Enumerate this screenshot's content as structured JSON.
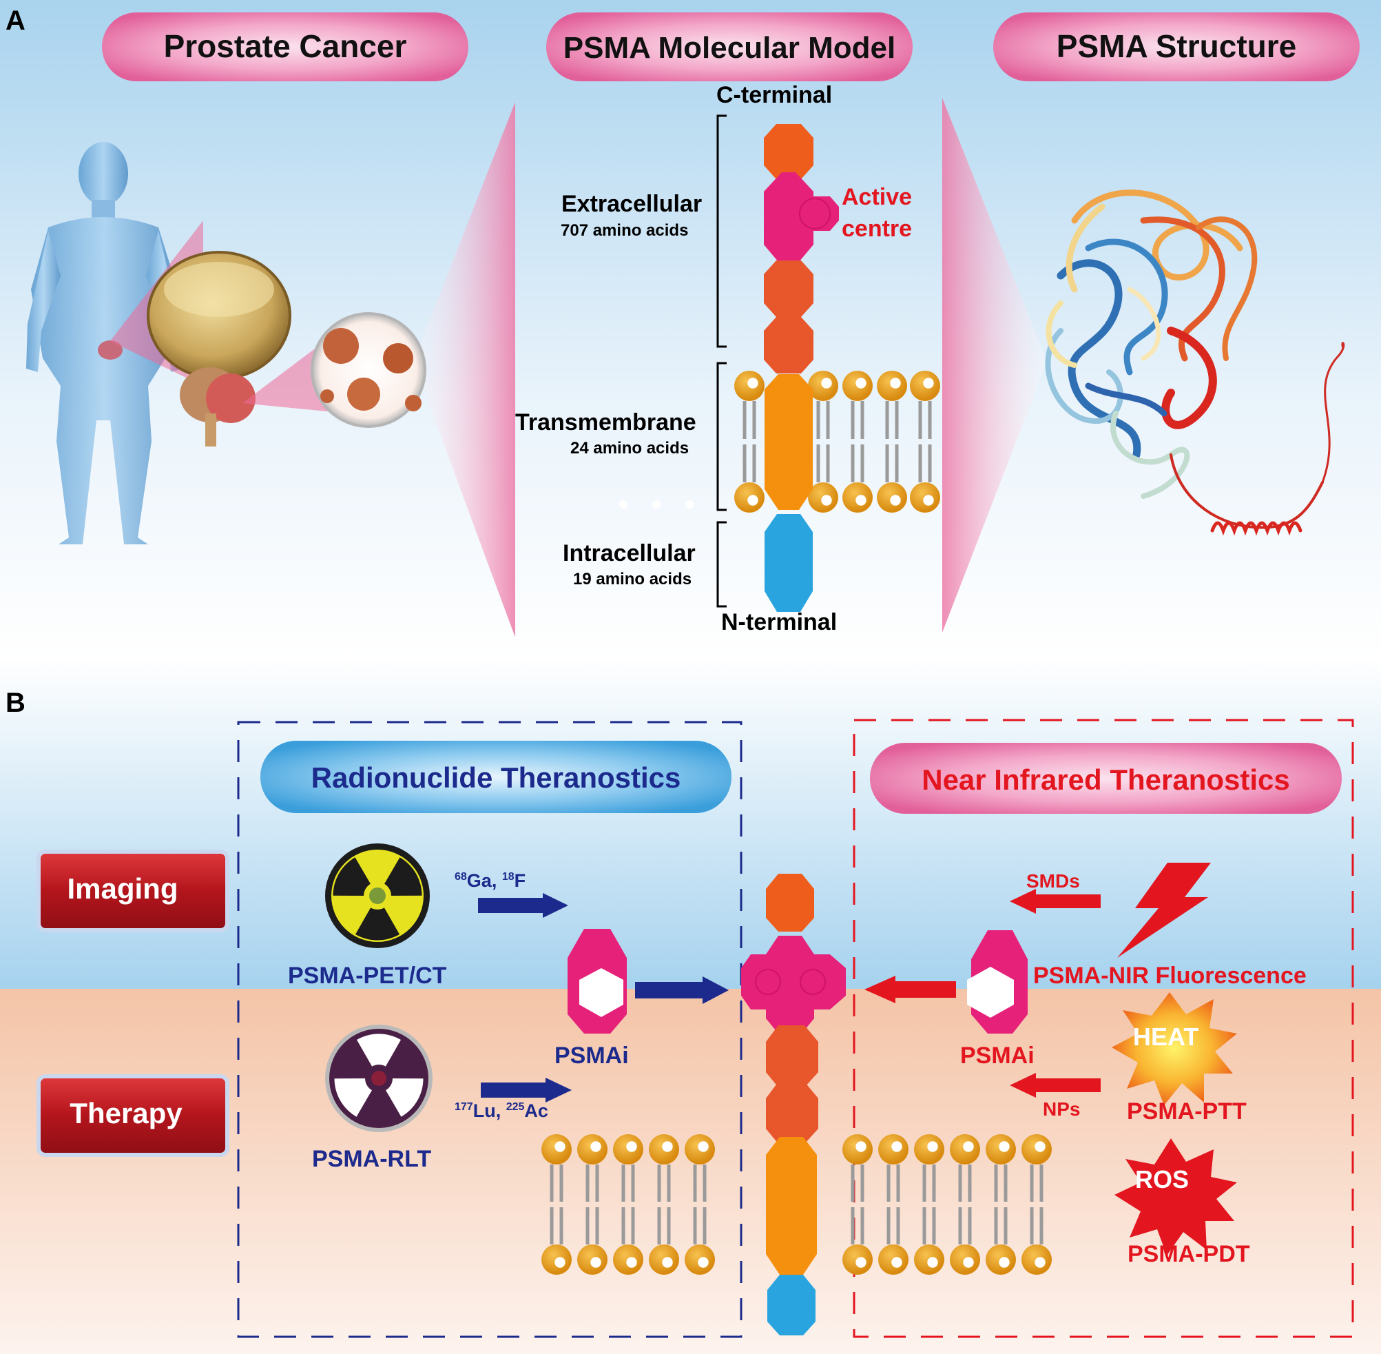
{
  "panel_a": {
    "letter": "A",
    "headers": [
      "Prostate Cancer",
      "PSMA Molecular Model",
      "PSMA Structure"
    ],
    "c_terminal": "C-terminal",
    "n_terminal": "N-terminal",
    "extracellular": {
      "label": "Extracellular",
      "count": "707 amino acids"
    },
    "transmembrane": {
      "label": "Transmembrane",
      "count": "24 amino acids"
    },
    "intracellular": {
      "label": "Intracellular",
      "count": "19 amino acids"
    },
    "active_centre": [
      "Active",
      "centre"
    ]
  },
  "panel_b": {
    "letter": "B",
    "radionuclide_title": "Radionuclide Theranostics",
    "nir_title": "Near Infrared Theranostics",
    "imaging": "Imaging",
    "therapy": "Therapy",
    "pet_ct": "PSMA-PET/CT",
    "rlt": "PSMA-RLT",
    "psmai_left": "PSMAi",
    "psmai_right": "PSMAi",
    "imaging_isotopes": {
      "sup1": "68",
      "el1": "Ga, ",
      "sup2": "18",
      "el2": "F"
    },
    "therapy_isotopes": {
      "sup1": "177",
      "el1": "Lu, ",
      "sup2": "225",
      "el2": "Ac"
    },
    "smds": "SMDs",
    "nps": "NPs",
    "nir_fluorescence": "PSMA-NIR Fluorescence",
    "heat": "HEAT",
    "ptt": "PSMA-PTT",
    "ros": "ROS",
    "pdt": "PSMA-PDT"
  },
  "colors": {
    "pink_pill": "#e8679f",
    "blue_pill": "#4aa8dc",
    "navy": "#1b2a8c",
    "red": "#e3161f",
    "orange_domain": "#ef5d1c",
    "magenta_domain": "#e6217a",
    "tm_orange": "#f5900f",
    "intracellular_blue": "#29a4df",
    "lipid_head": "#e8a01c",
    "button_red": "#b3151c"
  }
}
